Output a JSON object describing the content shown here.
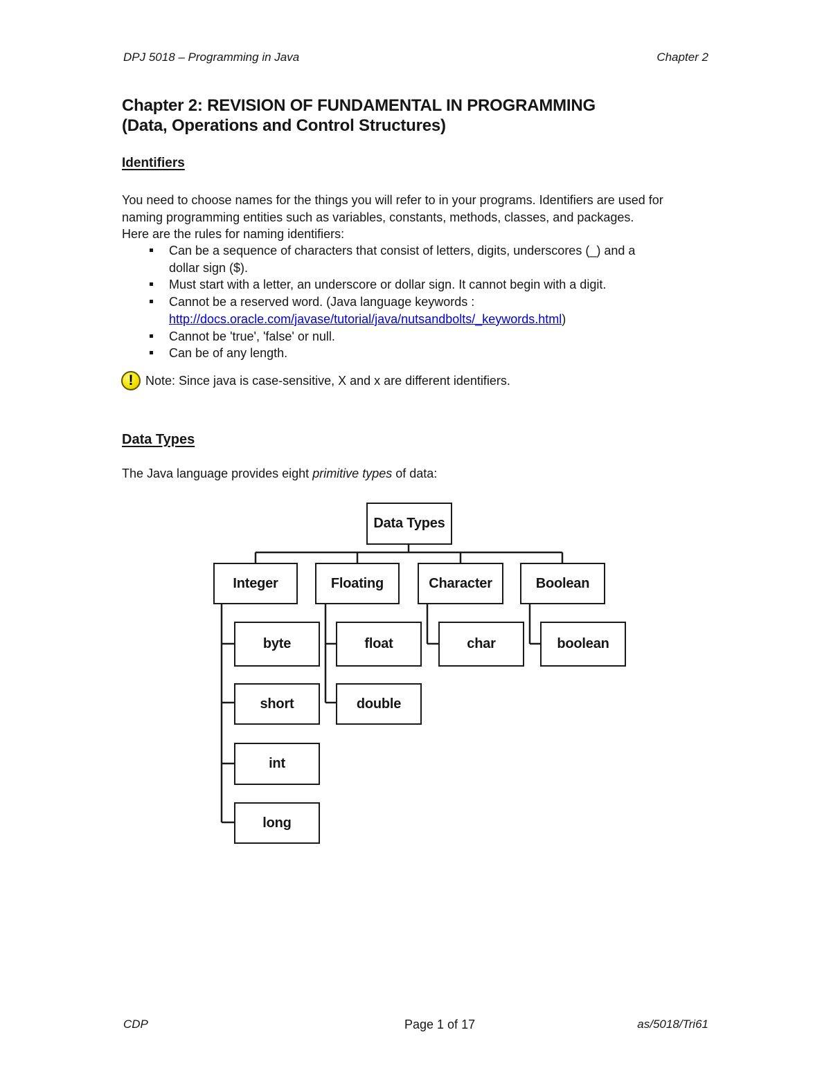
{
  "page": {
    "header_left": "DPJ 5018 – Programming in Java",
    "header_right": "Chapter 2",
    "footer_left": "CDP",
    "footer_center": "Page 1 of 17",
    "footer_right": "as/5018/Tri61"
  },
  "title": {
    "line1": "Chapter 2: REVISION OF FUNDAMENTAL IN PROGRAMMING",
    "line2": "(Data, Operations and Control Structures)"
  },
  "identifiers": {
    "heading": "Identifiers",
    "intro_lines": [
      "You need to choose names for the things you will refer to in your programs. Identifiers are used for",
      "naming programming entities such as variables, constants, methods, classes, and packages.",
      "Here are the rules for naming identifiers:"
    ],
    "bullets": [
      {
        "lines": [
          "Can be a sequence of characters that consist of letters, digits, underscores (_) and a",
          "dollar sign ($)."
        ]
      },
      {
        "lines": [
          "Must start with a letter, an underscore or dollar sign. It cannot begin with a digit."
        ]
      },
      {
        "lines": [
          "Cannot be a reserved word. (Java language keywords :"
        ],
        "link": "http://docs.oracle.com/javase/tutorial/java/nutsandbolts/_keywords.html",
        "suffix": ")"
      },
      {
        "lines": [
          "Cannot be 'true', 'false' or null."
        ]
      },
      {
        "lines": [
          "Can be of any length."
        ]
      }
    ],
    "note_icon": "warning-exclamation-icon",
    "note": "Note: Since java is case-sensitive, X and x are different identifiers.",
    "link_color": "#0000d6"
  },
  "data_types": {
    "heading": "Data Types",
    "intro_prefix": "The Java language provides eight ",
    "intro_italic": "primitive types",
    "intro_suffix": " of data:"
  },
  "diagram": {
    "boxes": [
      {
        "label": "Data Types"
      },
      {
        "label": "Integer"
      },
      {
        "label": "Floating"
      },
      {
        "label": "Character"
      },
      {
        "label": "Boolean"
      },
      {
        "label": "byte"
      },
      {
        "label": "float"
      },
      {
        "label": "char"
      },
      {
        "label": "boolean"
      },
      {
        "label": "short"
      },
      {
        "label": "double"
      },
      {
        "label": "int"
      },
      {
        "label": "long"
      }
    ],
    "hierarchy": {
      "Data Types": [
        "Integer",
        "Floating",
        "Character",
        "Boolean"
      ],
      "Integer": [
        "byte",
        "short",
        "int",
        "long"
      ],
      "Floating": [
        "float",
        "double"
      ],
      "Character": [
        "char"
      ],
      "Boolean": [
        "boolean"
      ]
    }
  }
}
